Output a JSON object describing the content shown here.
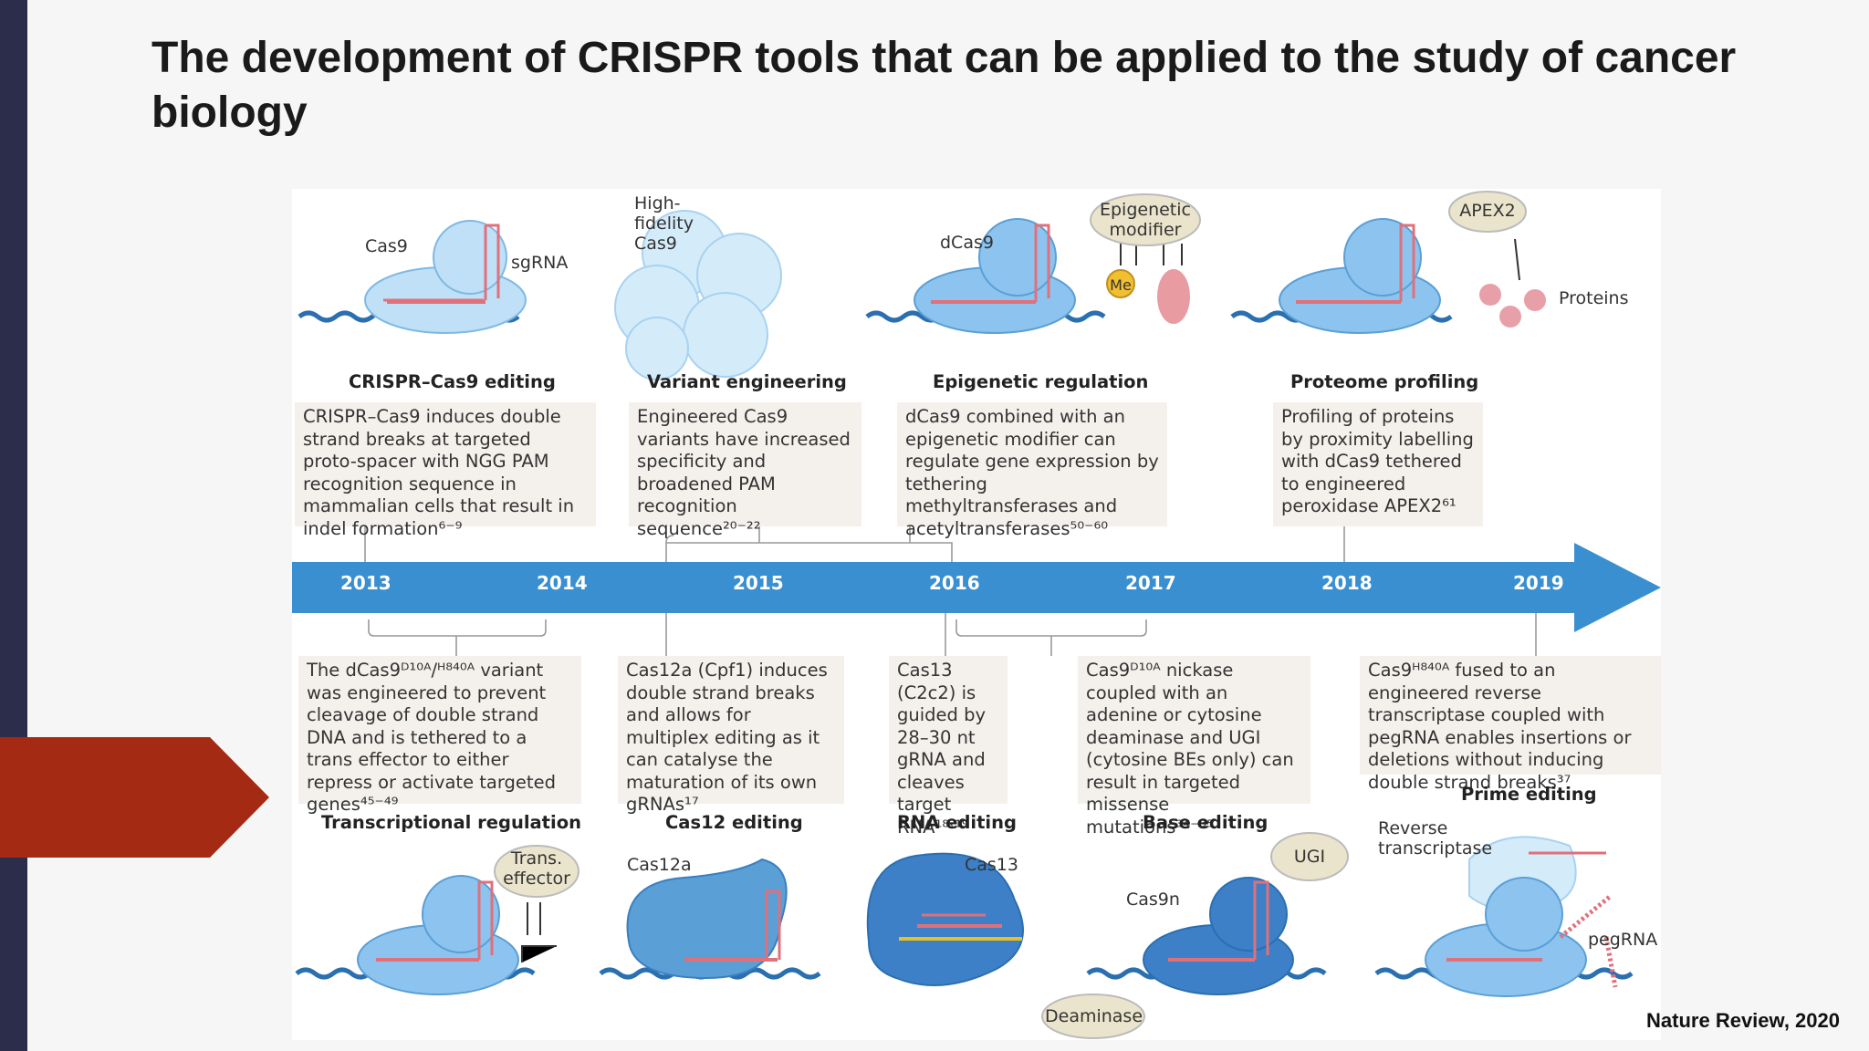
{
  "slide": {
    "title": "The development of CRISPR tools that can be applied to the study of cancer biology",
    "source": "Nature Review, 2020"
  },
  "colors": {
    "sidebar": "#2c2d4b",
    "arrow_marker": "#a52a13",
    "timeline": "#3a8fd0",
    "protein_light": "#bfe0f6",
    "protein_dark": "#5a9fd6",
    "rna": "#e0707a",
    "box_bg": "#f4f1ec"
  },
  "timeline": {
    "years": [
      "2013",
      "2014",
      "2015",
      "2016",
      "2017",
      "2018",
      "2019"
    ]
  },
  "top": [
    {
      "label": "CRISPR–Cas9 editing",
      "text": "CRISPR–Cas9 induces double strand breaks at targeted proto-spacer with NGG PAM recognition sequence in mammalian cells that result in indel formation⁶⁻⁹"
    },
    {
      "label": "Variant engineering",
      "text": "Engineered Cas9 variants have increased specificity and broadened PAM recognition sequence²⁰⁻²²"
    },
    {
      "label": "Epigenetic regulation",
      "text": "dCas9 combined with an epigenetic modifier can regulate gene expression by tethering methyltransferases and acetyltransferases⁵⁰⁻⁶⁰"
    },
    {
      "label": "Proteome profiling",
      "text": "Profiling of proteins by proximity labelling with dCas9 tethered to engineered peroxidase APEX2⁶¹"
    }
  ],
  "bottom": [
    {
      "label": "Transcriptional regulation",
      "text": "The dCas9ᴰ¹⁰ᴬ/ᴴ⁸⁴⁰ᴬ variant was engineered to prevent cleavage of double strand DNA and is tethered to a trans effector to either repress or activate targeted genes⁴⁵⁻⁴⁹"
    },
    {
      "label": "Cas12 editing",
      "text": "Cas12a (Cpf1) induces double strand breaks and allows for multiplex editing as it can catalyse the maturation of its own gRNAs¹⁷"
    },
    {
      "label": "RNA editing",
      "text": "Cas13 (C2c2) is guided by 28–30 nt gRNA and cleaves target RNA¹⁸˒¹⁹"
    },
    {
      "label": "Base editing",
      "text": "Cas9ᴰ¹⁰ᴬ nickase coupled with an adenine or cytosine deaminase and UGI (cytosine BEs only) can result in targeted missense mutations³⁴⁻³⁵"
    },
    {
      "label": "Prime editing",
      "text": "Cas9ᴴ⁸⁴⁰ᴬ fused to an engineered reverse transcriptase coupled with pegRNA enables insertions or deletions without inducing double strand breaks³⁷"
    }
  ],
  "callouts": {
    "cas9": "Cas9",
    "sgrna": "sgRNA",
    "hifi": "High-\nfidelity\nCas9",
    "dcas9": "dCas9",
    "epi_mod": "Epigenetic\nmodifier",
    "me": "Me",
    "apex2": "APEX2",
    "proteins": "Proteins",
    "trans_eff": "Trans.\neffector",
    "cas12a": "Cas12a",
    "cas13": "Cas13",
    "ugi": "UGI",
    "cas9n": "Cas9n",
    "deaminase": "Deaminase",
    "rt": "Reverse\ntranscriptase",
    "pegrna": "pegRNA"
  }
}
